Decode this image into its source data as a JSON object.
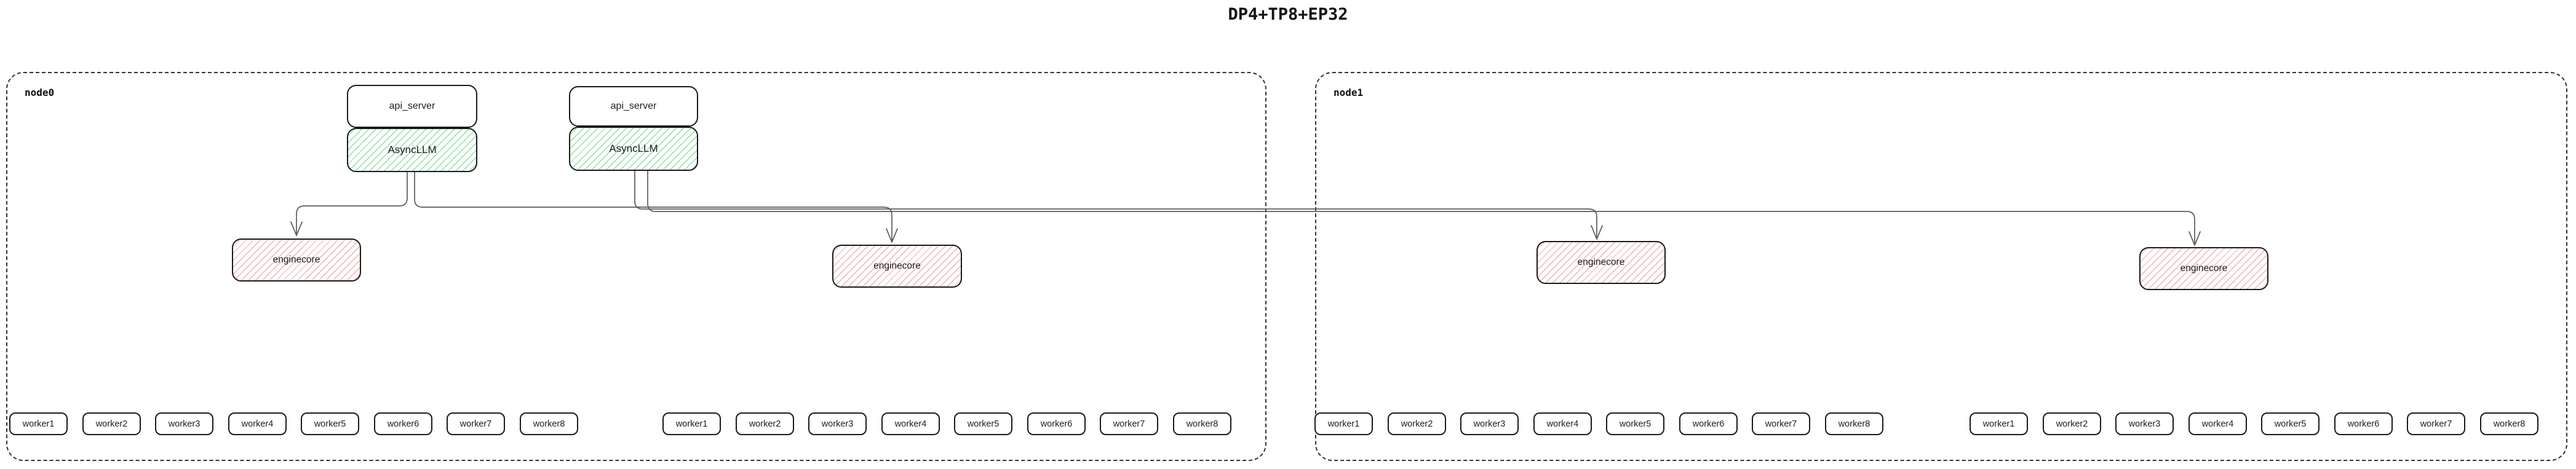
{
  "title": "DP4+TP8+EP32",
  "colors": {
    "asyncllm_hatch": "#8fdfa4",
    "enginecore_hatch": "#f0b1b1",
    "box_border": "#1a1a1a",
    "edge_line": "#5a5a5a",
    "node_border": "#333333"
  },
  "nodes": [
    {
      "label": "node0",
      "api_stacks": [
        {
          "api_server": "api_server",
          "asyncllm": "AsyncLLM"
        },
        {
          "api_server": "api_server",
          "asyncllm": "AsyncLLM"
        }
      ],
      "enginecores": [
        "enginecore",
        "enginecore"
      ],
      "worker_groups": [
        [
          "worker1",
          "worker2",
          "worker3",
          "worker4",
          "worker5",
          "worker6",
          "worker7",
          "worker8"
        ],
        [
          "worker1",
          "worker2",
          "worker3",
          "worker4",
          "worker5",
          "worker6",
          "worker7",
          "worker8"
        ]
      ]
    },
    {
      "label": "node1",
      "api_stacks": [],
      "enginecores": [
        "enginecore",
        "enginecore"
      ],
      "worker_groups": [
        [
          "worker1",
          "worker2",
          "worker3",
          "worker4",
          "worker5",
          "worker6",
          "worker7",
          "worker8"
        ],
        [
          "worker1",
          "worker2",
          "worker3",
          "worker4",
          "worker5",
          "worker6",
          "worker7",
          "worker8"
        ]
      ]
    }
  ]
}
